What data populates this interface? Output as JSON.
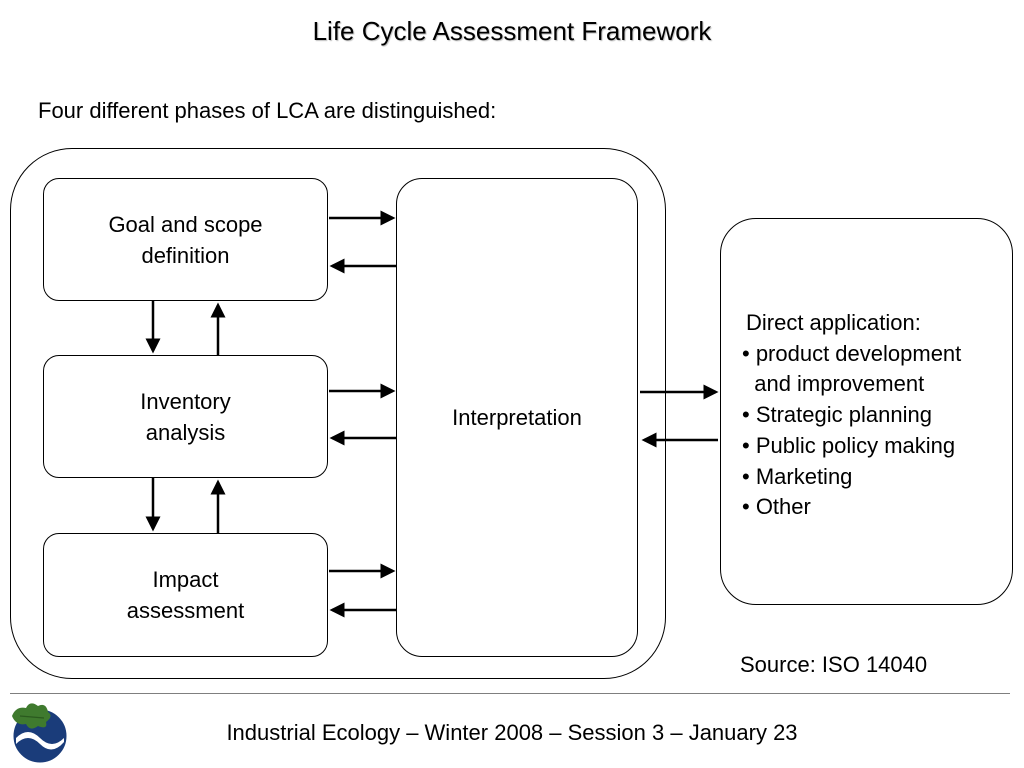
{
  "slide": {
    "title": "Life Cycle Assessment Framework",
    "subtitle": "Four different phases of LCA are distinguished:",
    "source": "Source: ISO 14040",
    "footer": "Industrial Ecology – Winter 2008 – Session 3 – January 23"
  },
  "phases": {
    "goal": [
      "Goal and scope",
      "definition"
    ],
    "inventory": [
      "Inventory",
      "analysis"
    ],
    "impact": [
      "Impact",
      "assessment"
    ]
  },
  "interpretation": "Interpretation",
  "applications": {
    "heading": "Direct application:",
    "items": [
      "• product development",
      "  and improvement",
      "• Strategic planning",
      "• Public policy making",
      "• Marketing",
      "• Other"
    ]
  },
  "colors": {
    "logo_blue": "#1a3c7a",
    "logo_green": "#3f7a2e",
    "rule": "#7f7f7f"
  },
  "icons": {
    "logo": "oak-leaf-globe-icon"
  }
}
